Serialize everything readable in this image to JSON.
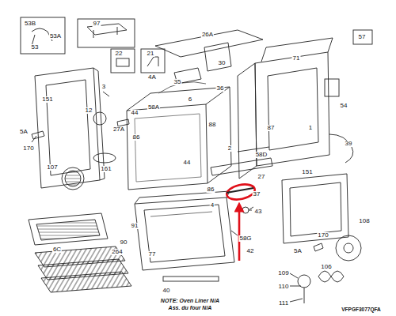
{
  "diagram": {
    "labels": [
      "53B",
      "53A",
      "53",
      "97",
      "26A",
      "57",
      "22",
      "21",
      "4A",
      "3",
      "151",
      "35",
      "30",
      "36",
      "6",
      "71",
      "54",
      "12",
      "44",
      "58A",
      "5A",
      "170",
      "27A",
      "86",
      "88",
      "87",
      "1",
      "39",
      "107",
      "161",
      "44",
      "2",
      "58D",
      "27",
      "151",
      "37",
      "43",
      "86",
      "4",
      "91",
      "58G",
      "90",
      "264",
      "77",
      "6C",
      "40",
      "42",
      "5A",
      "170",
      "108",
      "106",
      "109",
      "110",
      "111",
      "NOTE: Oven Liner N/A",
      "Ass. du four N/A",
      "VFPGF3077QFA"
    ]
  }
}
